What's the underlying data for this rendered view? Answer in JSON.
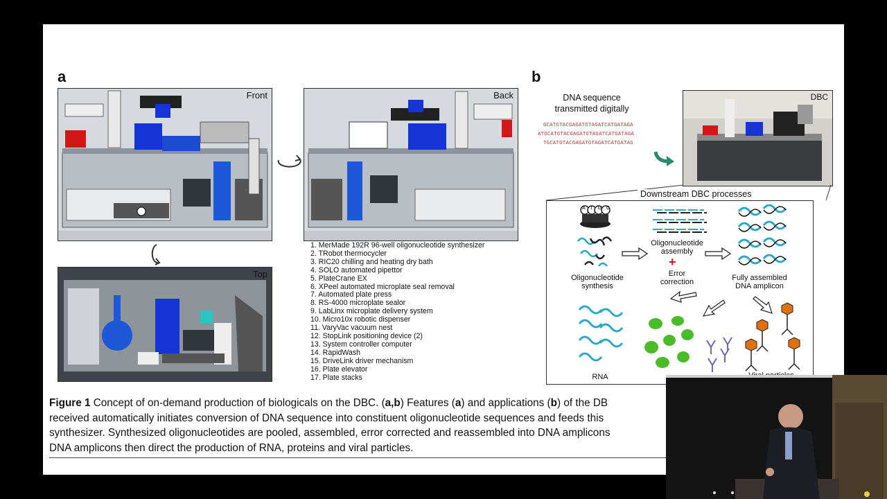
{
  "panel_a": {
    "letter": "a",
    "views": {
      "front": "Front",
      "back": "Back",
      "top": "Top"
    },
    "legend": [
      "1. MerMade 192R 96-well oligonucleotide synthesizer",
      "2. TRobot thermocycler",
      "3. RIC20 chilling and heating dry bath",
      "4. SOLO automated pipettor",
      "5. PlateCrane EX",
      "6. XPeel automated microplate seal removal",
      "7. Automated plate press",
      "8. RS-4000 microplate sealor",
      "9. LabLinx microplate delivery system",
      "10. Micro10x robotic dispenser",
      "11. VaryVac vacuum nest",
      "12. StopLink positioning device (2)",
      "13. System controller computer",
      "14. RapidWash",
      "15. DriveLink driver mechanism",
      "16. Plate elevator",
      "17. Plate stacks"
    ]
  },
  "panel_b": {
    "letter": "b",
    "dna_title_line1": "DNA sequence",
    "dna_title_line2": "transmitted digitally",
    "sequences": [
      "GCATGTACGAGATGTAGATCATGATAGA",
      "ATGCATGTACGAGATGTAGATCATGATAGA",
      "TGCATGTACGAGATGTAGATCATGATAG"
    ],
    "photo_label": "DBC",
    "downstream_title": "Downstream DBC processes",
    "steps": {
      "synthesis_line1": "Oligonucleotide",
      "synthesis_line2": "synthesis",
      "assembly_line1": "Oligonucleotide",
      "assembly_line2": "assembly",
      "error_line1": "Error",
      "error_line2": "correction",
      "amplicon_line1": "Fully assembled",
      "amplicon_line2": "DNA amplicon",
      "rna": "RNA",
      "viral": "Viral particles"
    },
    "sequencer_letters": [
      "A",
      "T",
      "G",
      "C"
    ]
  },
  "caption": {
    "fig": "Figure 1",
    "line1_text": " Concept of on-demand production of biologicals on the DBC. (",
    "ab": "a,b",
    "line1_mid": ") Features (",
    "a": "a",
    "line1_mid2": ") and applications (",
    "b": "b",
    "line1_end": ") of the DB",
    "line2": "received automatically initiates conversion of DNA sequence into constituent oligonucleotide sequences and feeds this",
    "line3": "synthesizer. Synthesized oligonucleotides are pooled, assembled, error corrected and reassembled into DNA amplicons",
    "line4": "DNA amplicons then direct the production of RNA, proteins and viral particles."
  },
  "colors": {
    "accent_blue": "#1434d8",
    "robot_red": "#d01818",
    "seq_red": "#b33333",
    "helix_cyan": "#2aa8c8",
    "protein_green": "#4cbb2a",
    "phage_orange": "#e07010"
  }
}
